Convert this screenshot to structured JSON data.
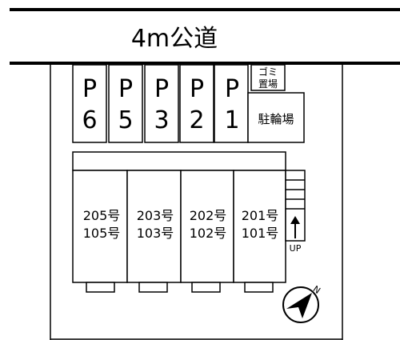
{
  "road": {
    "label": "4m公道"
  },
  "parking": [
    {
      "letter": "P",
      "number": "6"
    },
    {
      "letter": "P",
      "number": "5"
    },
    {
      "letter": "P",
      "number": "3"
    },
    {
      "letter": "P",
      "number": "2"
    },
    {
      "letter": "P",
      "number": "1"
    }
  ],
  "garbage": {
    "line1": "ゴミ",
    "line2": "置場"
  },
  "bicycle": {
    "label": "駐輪場"
  },
  "units": [
    {
      "upper": "205号",
      "lower": "105号"
    },
    {
      "upper": "203号",
      "lower": "103号"
    },
    {
      "upper": "202号",
      "lower": "102号"
    },
    {
      "upper": "201号",
      "lower": "101号"
    }
  ],
  "stairs": {
    "label": "UP"
  },
  "compass": {
    "label": "N"
  }
}
